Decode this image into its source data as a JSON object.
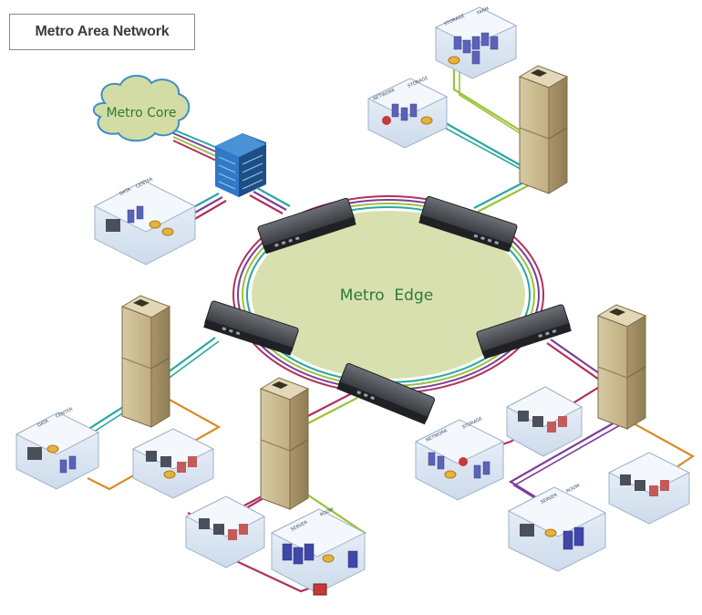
{
  "title": "Metro Area Network",
  "core_label": "Metro Core",
  "edge_label": "Metro  Edge",
  "rooms": {
    "storage_farm": [
      "STORAGE",
      "FARM"
    ],
    "network_storage_top": [
      "NETWORK",
      "STORAGE"
    ],
    "data_center_top": [
      "DATA",
      "CENTER"
    ],
    "data_center_left": [
      "DATA",
      "CENTER"
    ],
    "network_storage_right": [
      "NETWORK",
      "STORAGE"
    ],
    "server_room_bottom": [
      "SERVER",
      "ROOM"
    ],
    "server_room_right": [
      "SERVER",
      "ROOM"
    ]
  },
  "colors": {
    "ring_fill": "#d8e0b0",
    "cloud_fill": "#d3dca4",
    "green": "#9bc23a",
    "teal": "#2aa7a0",
    "purple": "#7b3f98",
    "magenta": "#b0305c",
    "orange": "#d98b2b",
    "building": "#c9b990",
    "router": "#3a3d42",
    "core_building": "#2b6cb0"
  }
}
